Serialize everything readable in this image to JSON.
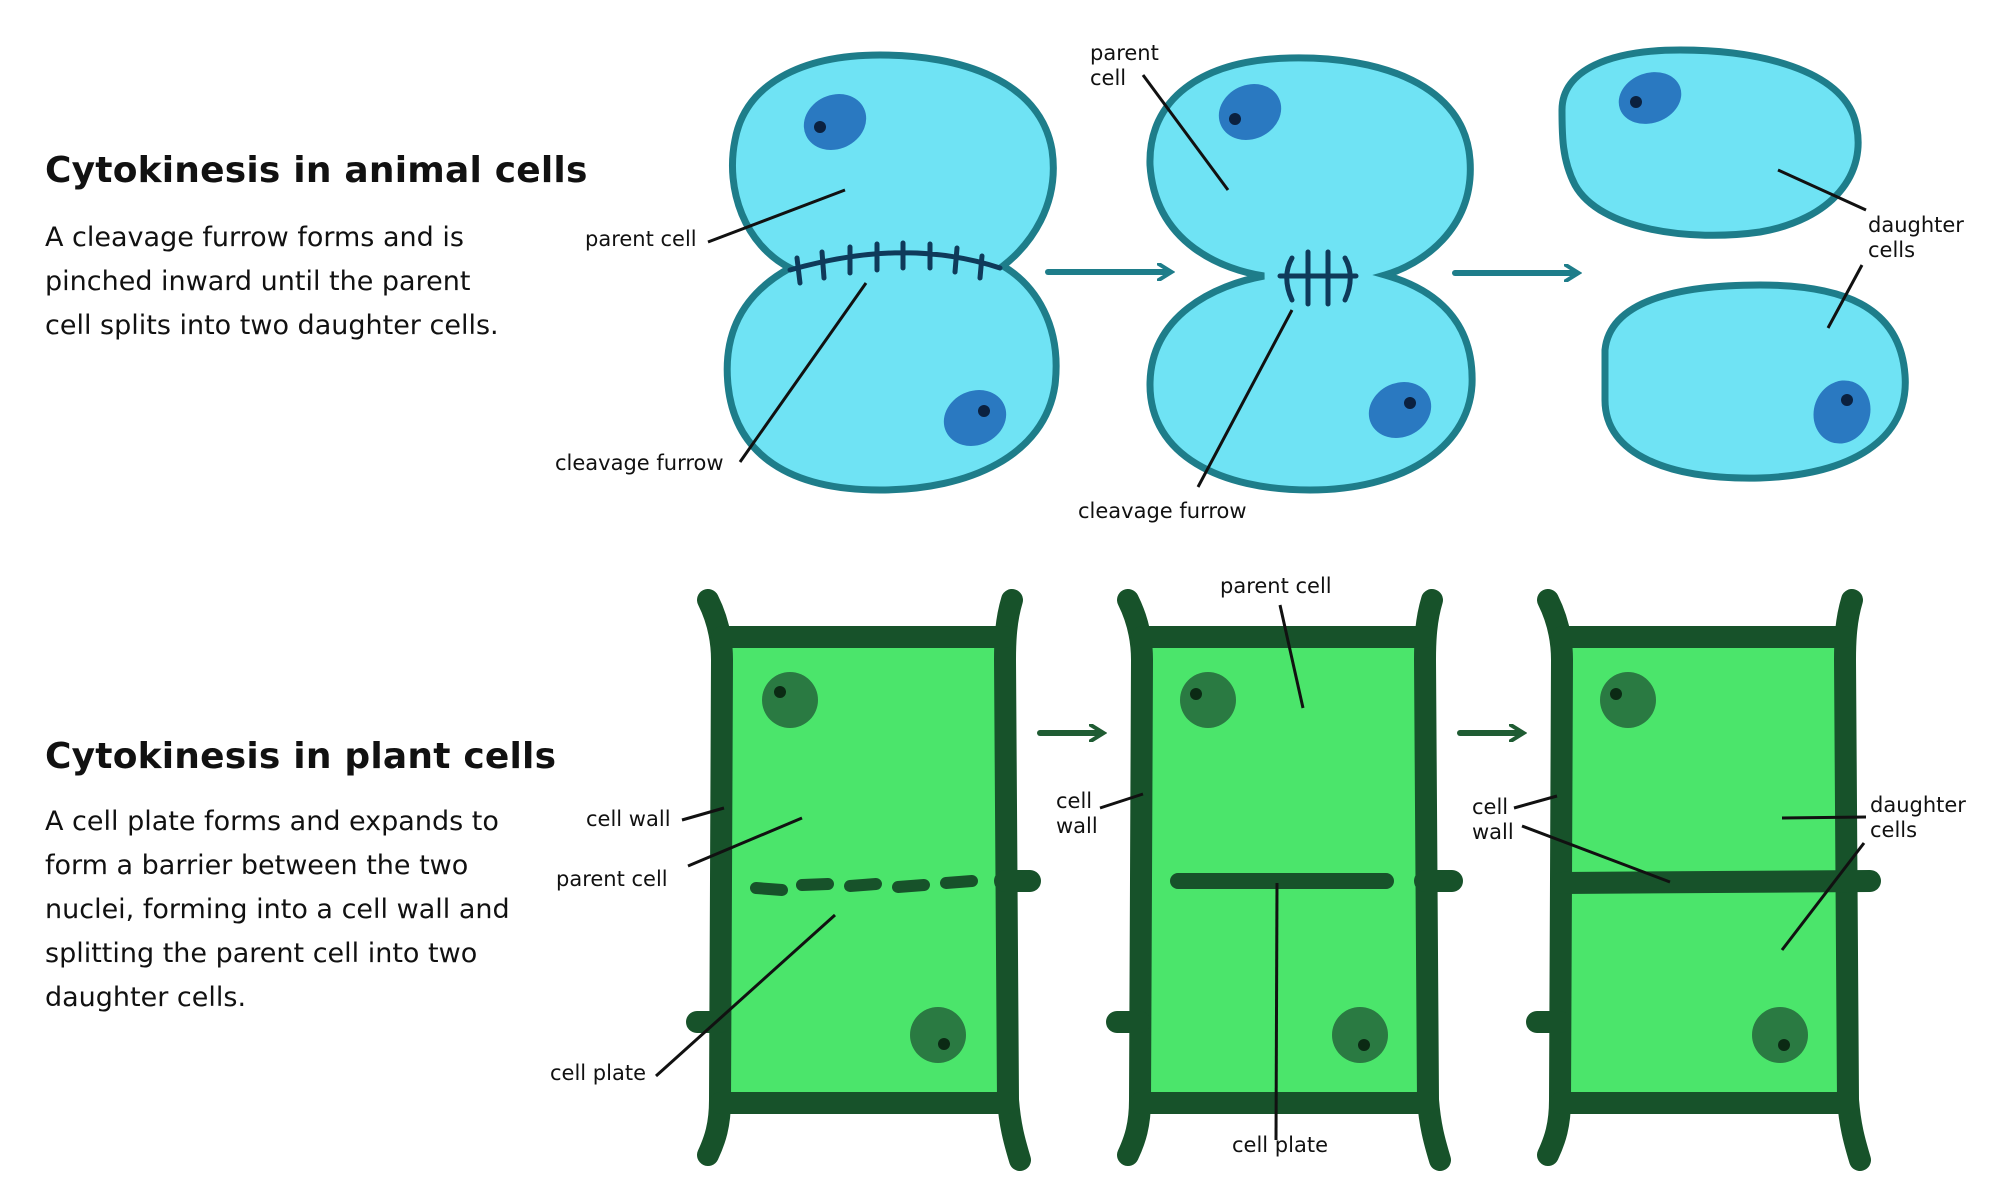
{
  "animal": {
    "heading": "Cytokinesis in animal cells",
    "description": "A cleavage furrow forms and is pinched inward until the parent cell splits into two daughter cells.",
    "labels": {
      "parent_cell_1": "parent cell",
      "cleavage_furrow_1": "cleavage furrow",
      "parent_cell_2_line1": "parent",
      "parent_cell_2_line2": "cell",
      "cleavage_furrow_2": "cleavage furrow",
      "daughter_cells_line1": "daughter",
      "daughter_cells_line2": "cells"
    }
  },
  "plant": {
    "heading": "Cytokinesis in plant cells",
    "description": "A cell plate forms and expands to form a barrier between the two nuclei, forming into a cell wall and splitting the parent cell into two daughter cells.",
    "labels": {
      "cell_wall_1": "cell wall",
      "parent_cell_1": "parent cell",
      "cell_plate_1": "cell plate",
      "parent_cell_2": "parent cell",
      "cell_wall_2_line1": "cell",
      "cell_wall_2_line2": "wall",
      "cell_plate_2": "cell plate",
      "cell_wall_3_line1": "cell",
      "cell_wall_3_line2": "wall",
      "daughter_cells_line1": "daughter",
      "daughter_cells_line2": "cells"
    }
  },
  "colors": {
    "animal_cytoplasm": "#6fe3f4",
    "animal_membrane": "#1e7d8a",
    "animal_nucleus": "#2a79c1",
    "plant_cytoplasm": "#4be56b",
    "plant_wall": "#17522a",
    "plant_nucleus": "#2a7a42",
    "arrow_animal": "#1e7d8a",
    "arrow_plant": "#1f5c33"
  }
}
